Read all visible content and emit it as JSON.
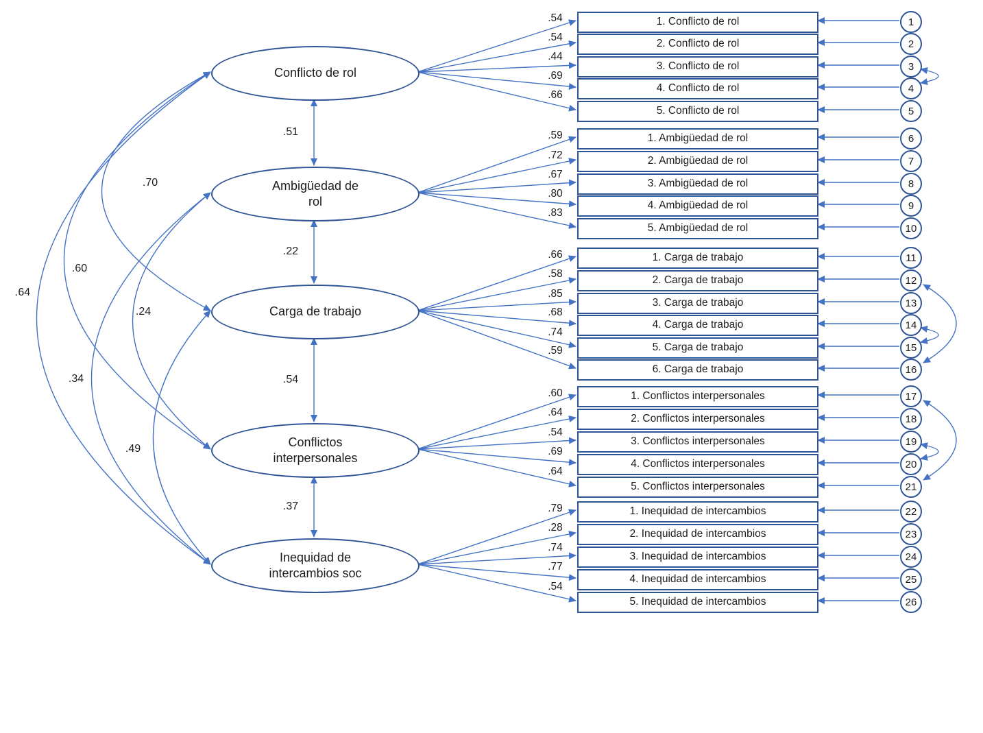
{
  "colors": {
    "arrow_blue": "#4472C4",
    "shape_outline_blue": "#2F5496",
    "text": "#1C1C1C",
    "background": "#FFFFFF"
  },
  "factors": [
    {
      "num": 1,
      "label_lines": [
        "Conflicto de rol"
      ],
      "items": [
        {
          "label": "1. Conflicto de rol",
          "loading": ".54",
          "error_num": "1"
        },
        {
          "label": "2. Conflicto de rol",
          "loading": ".54",
          "error_num": "2"
        },
        {
          "label": "3. Conflicto de rol",
          "loading": ".44",
          "error_num": "3"
        },
        {
          "label": "4. Conflicto de rol",
          "loading": ".69",
          "error_num": "4"
        },
        {
          "label": "5. Conflicto de rol",
          "loading": ".66",
          "error_num": "5"
        }
      ]
    },
    {
      "num": 2,
      "label_lines": [
        "Ambigüedad de",
        "rol"
      ],
      "items": [
        {
          "label": "1. Ambigüedad de rol",
          "loading": ".59",
          "error_num": "6"
        },
        {
          "label": "2. Ambigüedad de rol",
          "loading": ".72",
          "error_num": "7"
        },
        {
          "label": "3. Ambigüedad de rol",
          "loading": ".67",
          "error_num": "8"
        },
        {
          "label": "4. Ambigüedad de rol",
          "loading": ".80",
          "error_num": "9"
        },
        {
          "label": "5. Ambigüedad de rol",
          "loading": ".83",
          "error_num": "10"
        }
      ]
    },
    {
      "num": 3,
      "label_lines": [
        "Carga de trabajo"
      ],
      "items": [
        {
          "label": "1. Carga de trabajo",
          "loading": ".66",
          "error_num": "11"
        },
        {
          "label": "2. Carga de trabajo",
          "loading": ".58",
          "error_num": "12"
        },
        {
          "label": "3. Carga de trabajo",
          "loading": ".85",
          "error_num": "13"
        },
        {
          "label": "4. Carga de trabajo",
          "loading": ".68",
          "error_num": "14"
        },
        {
          "label": "5. Carga de trabajo",
          "loading": ".74",
          "error_num": "15"
        },
        {
          "label": "6. Carga de trabajo",
          "loading": ".59",
          "error_num": "16"
        }
      ]
    },
    {
      "num": 4,
      "label_lines": [
        "Conflictos",
        "interpersonales"
      ],
      "items": [
        {
          "label": "1. Conflictos interpersonales",
          "loading": ".60",
          "error_num": "17"
        },
        {
          "label": "2. Conflictos interpersonales",
          "loading": ".64",
          "error_num": "18"
        },
        {
          "label": "3. Conflictos interpersonales",
          "loading": ".54",
          "error_num": "19"
        },
        {
          "label": "4. Conflictos interpersonales",
          "loading": ".69",
          "error_num": "20"
        },
        {
          "label": "5. Conflictos interpersonales",
          "loading": ".64",
          "error_num": "21"
        }
      ]
    },
    {
      "num": 5,
      "label_lines": [
        "Inequidad de",
        "intercambios soc"
      ],
      "items": [
        {
          "label": "1. Inequidad de intercambios",
          "loading": ".79",
          "error_num": "22"
        },
        {
          "label": "2. Inequidad de intercambios",
          "loading": ".28",
          "error_num": "23"
        },
        {
          "label": "3. Inequidad de intercambios",
          "loading": ".74",
          "error_num": "24"
        },
        {
          "label": "4. Inequidad de intercambios",
          "loading": ".77",
          "error_num": "25"
        },
        {
          "label": "5. Inequidad de intercambios",
          "loading": ".54",
          "error_num": "26"
        }
      ]
    }
  ],
  "factor_correlations": {
    "adjacent": [
      {
        "a": 1,
        "b": 2,
        "value": ".51"
      },
      {
        "a": 2,
        "b": 3,
        "value": ".22"
      },
      {
        "a": 3,
        "b": 4,
        "value": ".54"
      },
      {
        "a": 4,
        "b": 5,
        "value": ".37"
      }
    ],
    "curved": [
      {
        "a": 1,
        "b": 3,
        "value": ".70"
      },
      {
        "a": 1,
        "b": 4,
        "value": ".60"
      },
      {
        "a": 1,
        "b": 5,
        "value": ".64"
      },
      {
        "a": 2,
        "b": 4,
        "value": ".24"
      },
      {
        "a": 2,
        "b": 5,
        "value": ".34"
      },
      {
        "a": 3,
        "b": 5,
        "value": ".49"
      }
    ]
  },
  "error_correlations": [
    {
      "a": "3",
      "b": "4"
    },
    {
      "a": "12",
      "b": "16"
    },
    {
      "a": "14",
      "b": "15"
    },
    {
      "a": "17",
      "b": "21"
    },
    {
      "a": "19",
      "b": "20"
    }
  ]
}
